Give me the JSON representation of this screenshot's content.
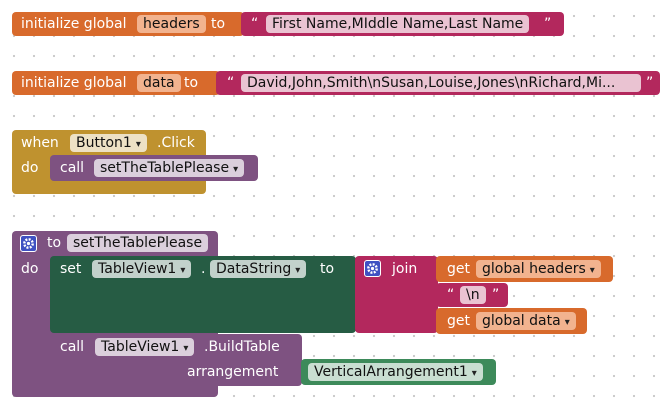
{
  "block_headers": {
    "initialize_label": "initialize global",
    "var_name": "headers",
    "to_label": "to",
    "open_quote": "“",
    "close_quote": "”",
    "value": "First Name,MIddle Name,Last Name"
  },
  "block_data": {
    "initialize_label": "initialize global",
    "var_name": "data",
    "to_label": "to",
    "open_quote": "“",
    "close_quote": "”",
    "value": "David,John,Smith\\nSusan,Louise,Jones\\nRichard,Mi..."
  },
  "block_event": {
    "when_label": "when",
    "component": "Button1",
    "event": ".Click",
    "do_label": "do",
    "call_label": "call",
    "procedure": "setTheTablePlease"
  },
  "block_procedure": {
    "to_label": "to",
    "name": "setTheTablePlease",
    "do_label": "do",
    "set_label": "set",
    "component": "TableView1",
    "dot": ".",
    "property": "DataString",
    "to2_label": "to",
    "join_label": "join",
    "get_label": "get",
    "get1_var": "global headers",
    "newline_open": "“",
    "newline_value": "\\n",
    "newline_close": "”",
    "get2_var": "global data",
    "call_label": "call",
    "call_component": "TableView1",
    "call_method": ".BuildTable",
    "arrangement_label": "arrangement",
    "arrangement_value": "VerticalArrangement1"
  },
  "icons": {
    "dropdown": "▾",
    "mutator": "gear-icon"
  },
  "colors": {
    "variable": "#d86a2c",
    "text": "#b3285d",
    "control": "#bf922f",
    "procedure": "#7e5281",
    "component": "#265c44",
    "component_value": "#3d8a5a",
    "mutator": "#3f51c2"
  }
}
